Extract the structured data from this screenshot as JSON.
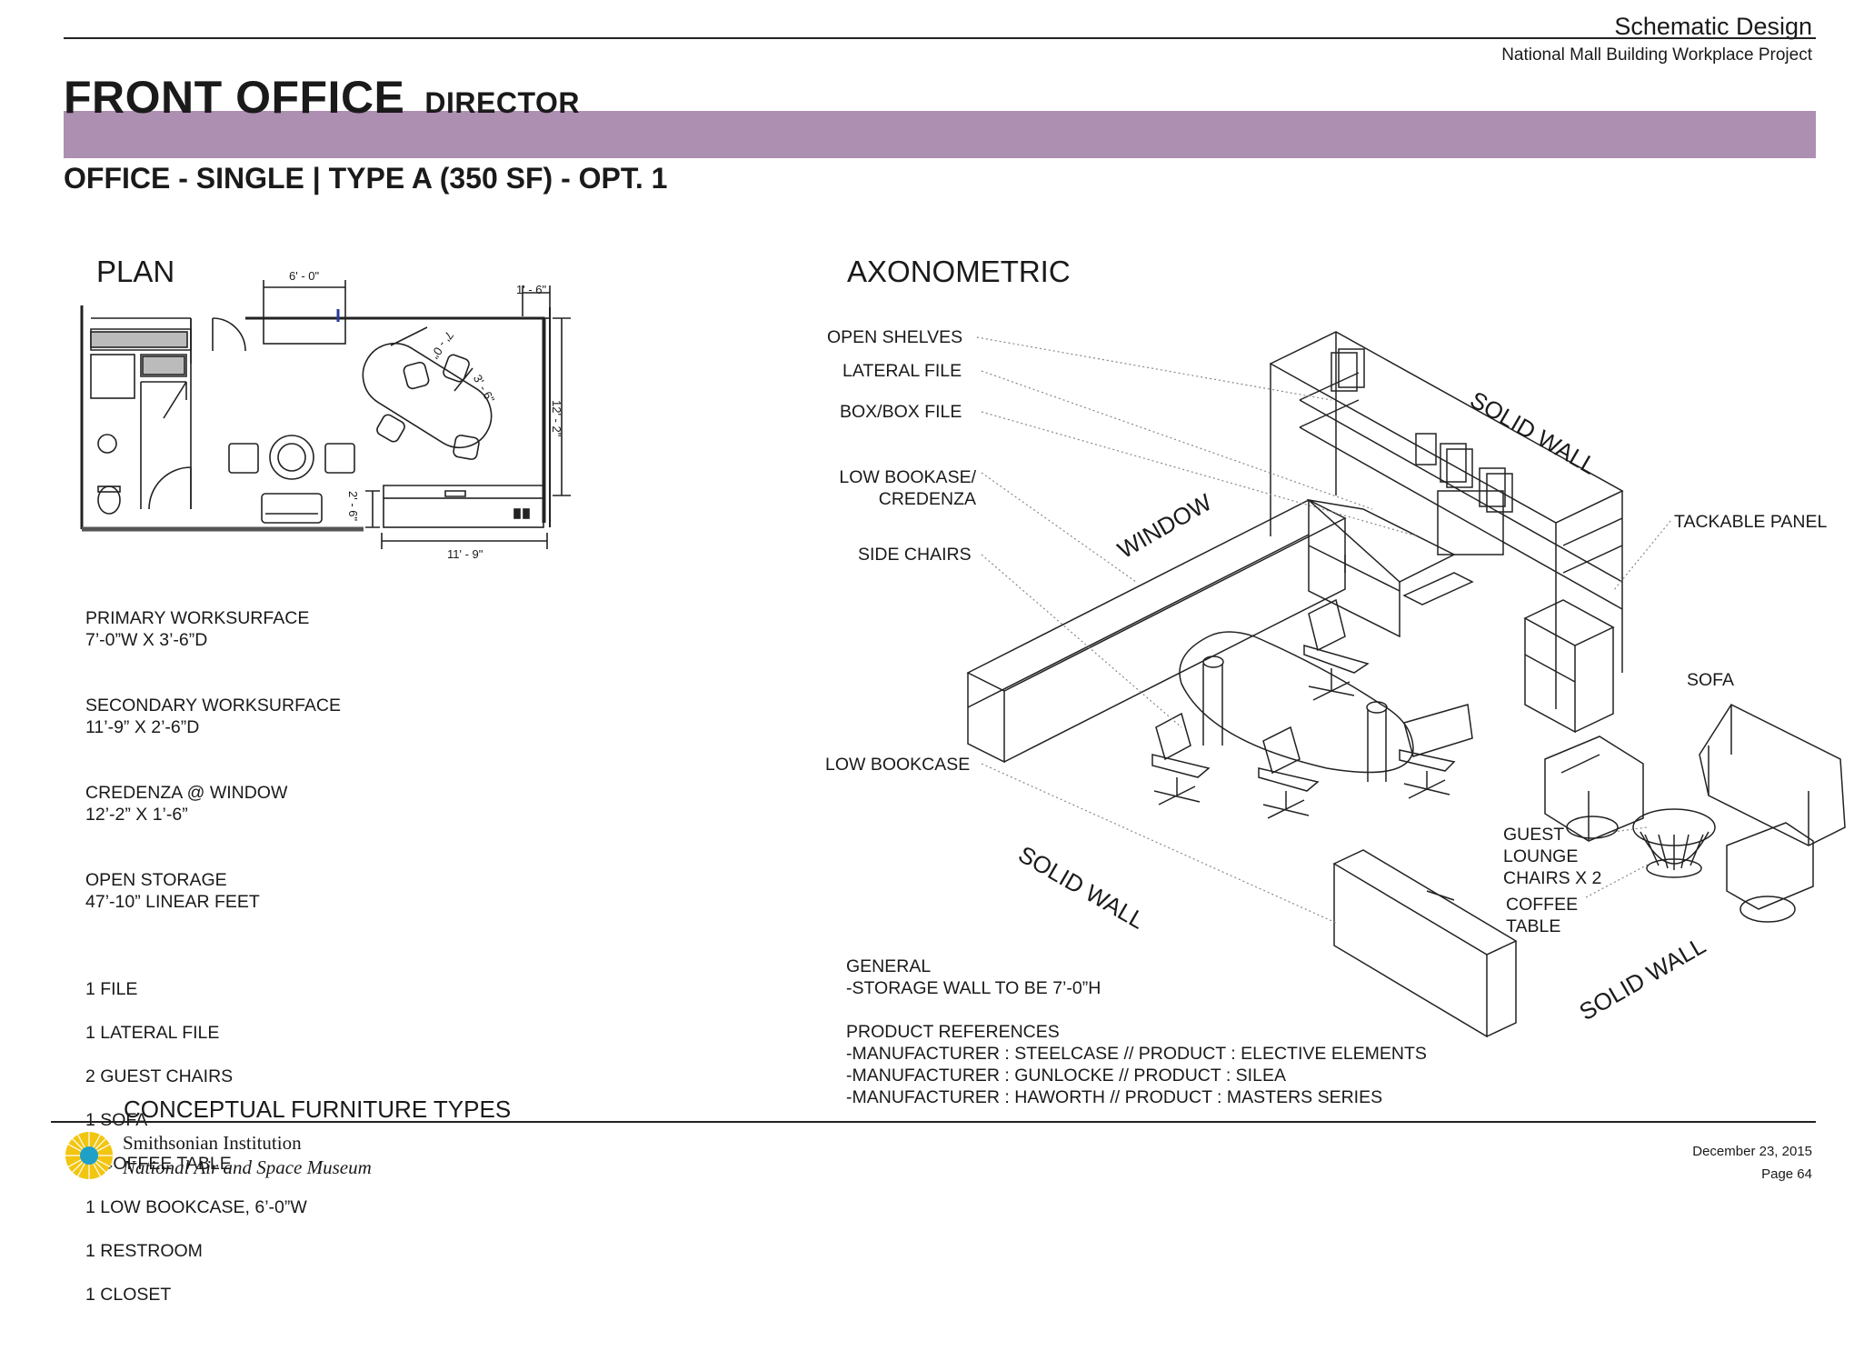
{
  "header": {
    "stage": "Schematic Design",
    "project": "National Mall Building Workplace Project",
    "title": "FRONT OFFICE",
    "subtitle": "DIRECTOR",
    "office_type": "OFFICE - SINGLE | TYPE A (350 SF) - OPT. 1"
  },
  "plan": {
    "label": "PLAN",
    "dims": [
      "6' - 0\"",
      "1' - 6\"",
      "12' - 2\"",
      "7' - 0\"",
      "3' - 6\"",
      "2' - 6\"",
      "11' - 9\""
    ]
  },
  "specs": [
    {
      "title": "PRIMARY WORKSURFACE",
      "value": "7’-0”W X 3’-6”D"
    },
    {
      "title": "SECONDARY WORKSURFACE",
      "value": "11’-9” X 2’-6”D"
    },
    {
      "title": "CREDENZA @ WINDOW",
      "value": "12’-2” X 1’-6”"
    },
    {
      "title": "OPEN STORAGE",
      "value": "47’-10” LINEAR FEET"
    }
  ],
  "inventory": [
    "1 FILE",
    "1 LATERAL FILE",
    "2 GUEST CHAIRS",
    "1 SOFA",
    "1 COFFEE TABLE",
    "1 LOW BOOKCASE, 6’-0”W",
    "1 RESTROOM",
    "1 CLOSET"
  ],
  "axon": {
    "label": "AXONOMETRIC",
    "callouts": {
      "open_shelves": "OPEN SHELVES",
      "lateral_file": "LATERAL FILE",
      "box_file": "BOX/BOX FILE",
      "low_bookcase_credenza_1": "LOW BOOKASE/",
      "low_bookcase_credenza_2": "CREDENZA",
      "side_chairs": "SIDE CHAIRS",
      "low_bookcase": "LOW BOOKCASE",
      "tackable_panel": "TACKABLE PANEL",
      "sofa": "SOFA",
      "guest_lounge_1": "GUEST",
      "guest_lounge_2": "LOUNGE",
      "guest_lounge_3": "CHAIRS X 2",
      "coffee_table_1": "COFFEE",
      "coffee_table_2": "TABLE",
      "window": "WINDOW",
      "solid_wall": "SOLID WALL"
    }
  },
  "notes": {
    "general_title": "GENERAL",
    "general": [
      "-STORAGE WALL TO BE 7’-0”H"
    ],
    "products_title": "PRODUCT REFERENCES",
    "products": [
      "-MANUFACTURER : STEELCASE // PRODUCT : ELECTIVE ELEMENTS",
      "-MANUFACTURER : GUNLOCKE // PRODUCT : SILEA",
      "-MANUFACTURER : HAWORTH // PRODUCT : MASTERS SERIES"
    ]
  },
  "footer": {
    "section": "CONCEPTUAL FURNITURE TYPES",
    "institution": "Smithsonian Institution",
    "museum": "National Air and Space Museum",
    "date": "December 23, 2015",
    "page": "Page 64"
  },
  "colors": {
    "band": "#ad8fb1",
    "logo_sun": "#f2c511",
    "logo_center": "#1fa0c8"
  }
}
